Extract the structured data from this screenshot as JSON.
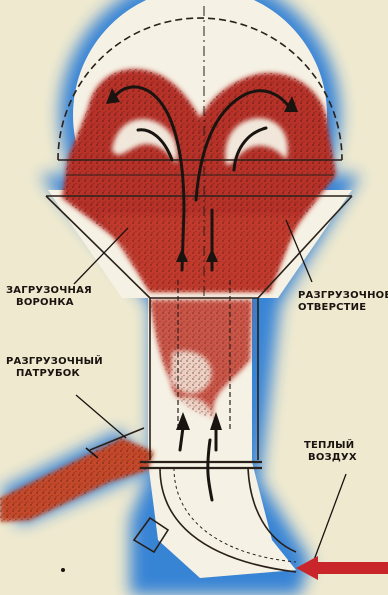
{
  "labels": {
    "loading_funnel": [
      "ЗАГРУЗОЧНАЯ",
      "ВОРОНКА"
    ],
    "unloading_opening": [
      "РАЗГРУЗОЧНОЕ",
      "ОТВЕРСТИЕ"
    ],
    "unloading_pipe": [
      "РАЗГРУЗОЧНЫЙ",
      "ПАТРУБОК"
    ],
    "warm_air": [
      "ТЕПЛЫЙ",
      "ВОЗДУХ"
    ]
  },
  "colors": {
    "background": "#efe9cf",
    "blue_glow": "#2f7fd6",
    "grain": "#c0392b",
    "grain_dark": "#7a1f14",
    "outline": "#2a201a",
    "air_arrow": "#c8262a"
  }
}
